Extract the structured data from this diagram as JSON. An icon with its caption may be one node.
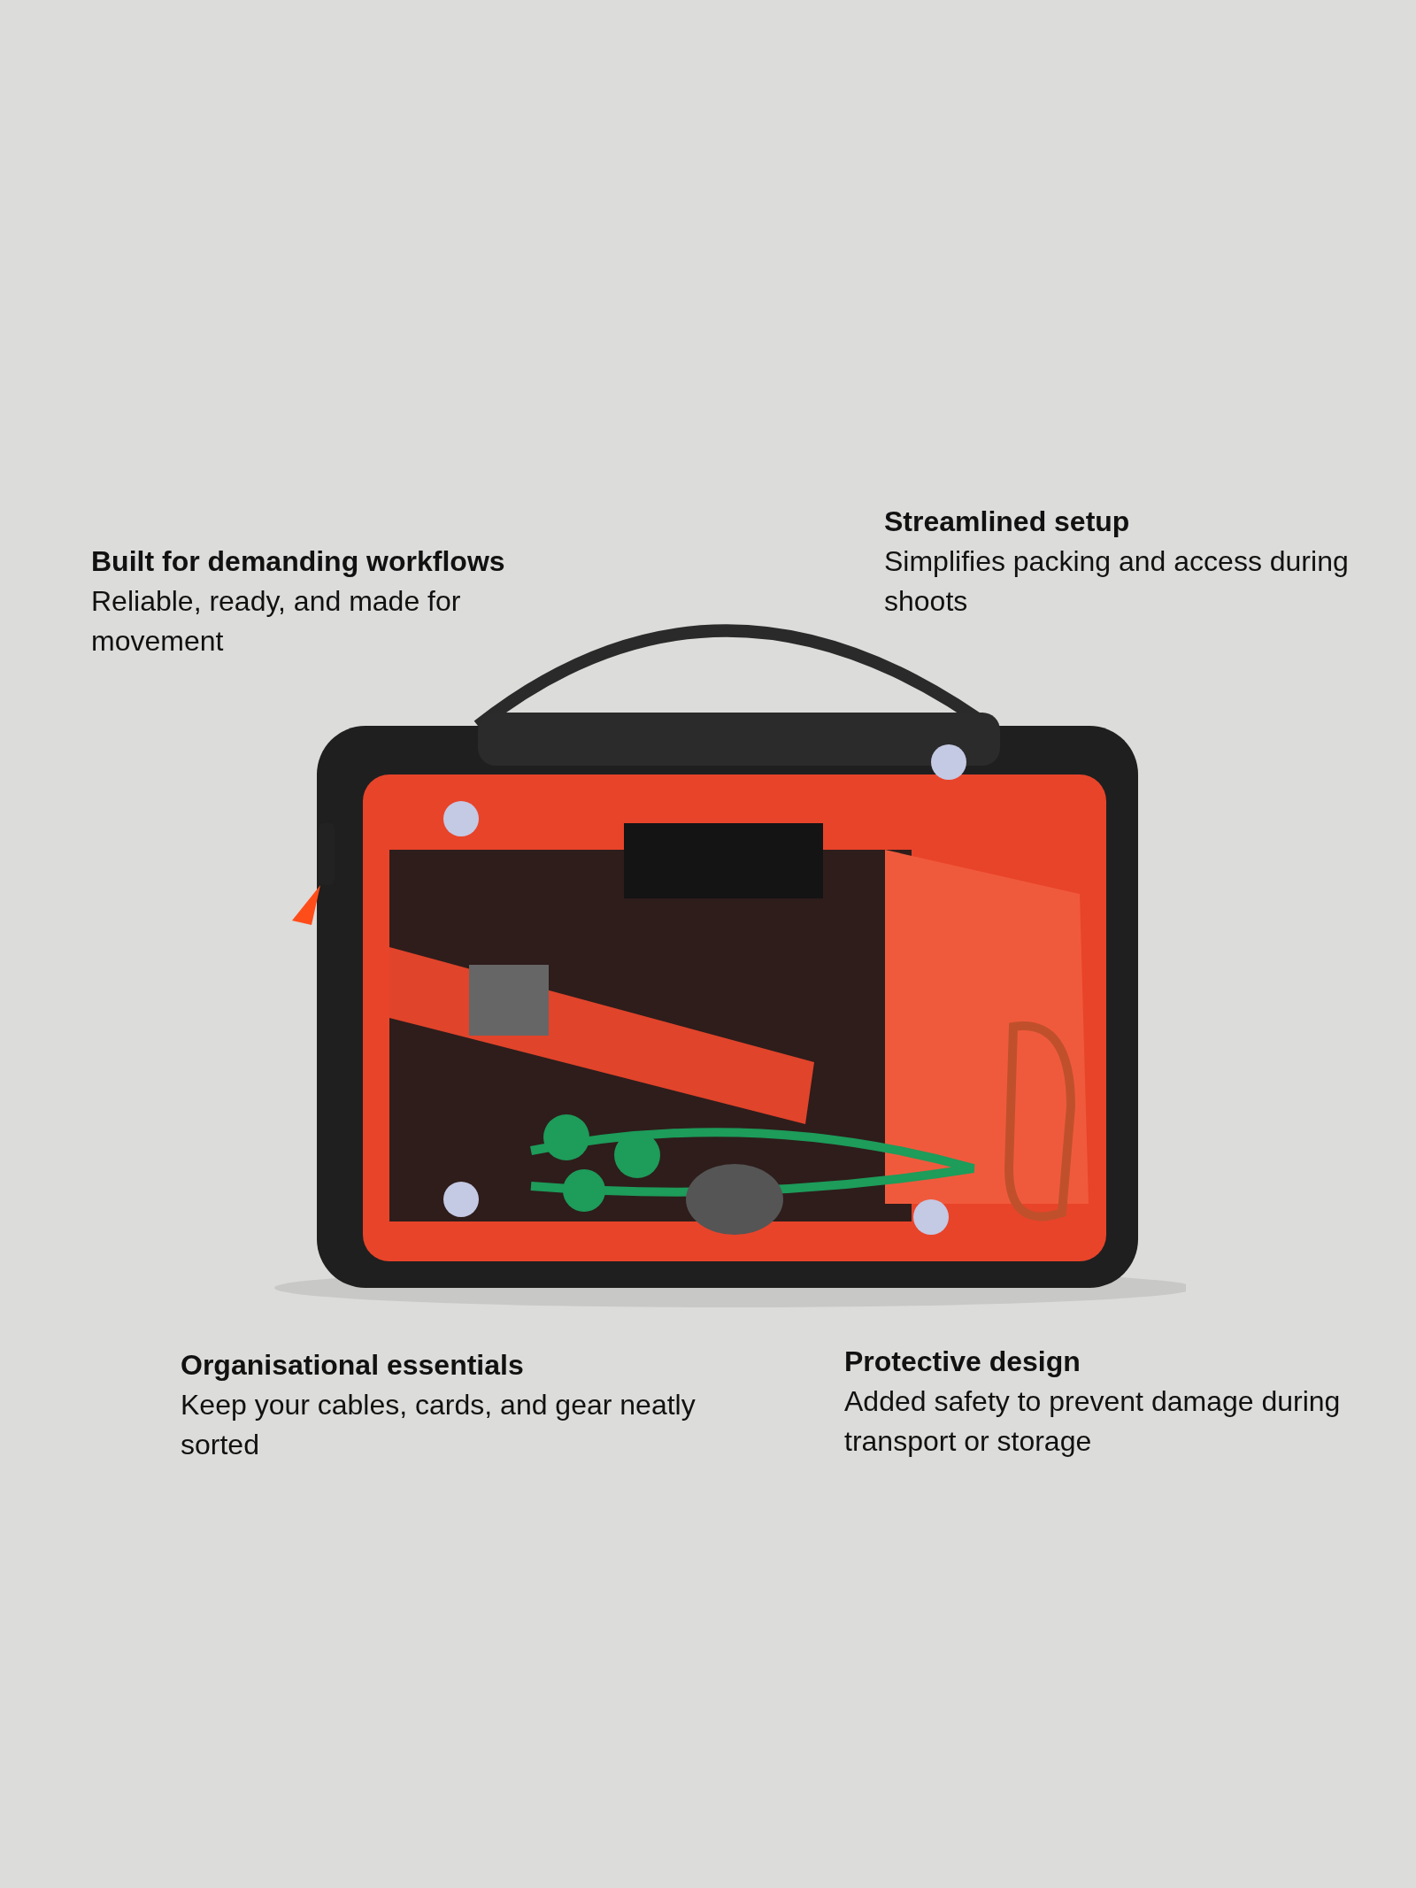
{
  "diagram": {
    "labels": [
      "Built for demanding workflows",
      "Reliable, ready, and made for movement",
      "Streamlined setup",
      "Simplifies packing and access during shoots",
      "Organisational essentials",
      "Keep your cables, cards, and gear neatly sorted",
      "Protective design",
      "Added safety to prevent damage during transport or storage"
    ]
  }
}
